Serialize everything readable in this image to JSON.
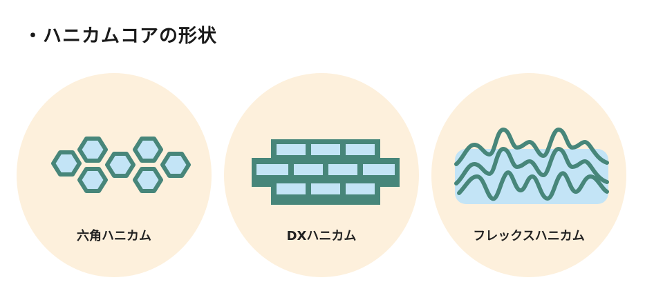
{
  "title": "・ハニカムコアの形状",
  "colors": {
    "stroke": "#47867a",
    "fill": "#c3e4f6",
    "card": "#fdf0dc"
  },
  "shapes": [
    {
      "label": "六角ハニカム",
      "icon": "hexagon-honeycomb-icon"
    },
    {
      "label": "DXハニカム",
      "icon": "brick-honeycomb-icon"
    },
    {
      "label": "フレックスハニカム",
      "icon": "wave-honeycomb-icon"
    }
  ]
}
